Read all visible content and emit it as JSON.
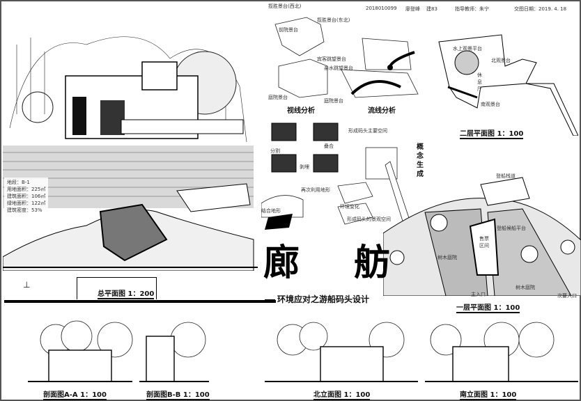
{
  "header": {
    "student_id": "2018010099",
    "student_name": "廖登峰",
    "class": "建83",
    "advisor": "指导教师：朱宁",
    "date": "交图日期：2019. 4. 18"
  },
  "title": {
    "main": "廊 舫",
    "subtitle": "环境应对之游船码头设计"
  },
  "site_info": [
    "地段：B-1",
    "用地面积：225㎡",
    "建筑面积：106㎡",
    "绿地面积：122㎡",
    "建筑密度：53%"
  ],
  "sight_analysis": {
    "title": "视线分析",
    "labels": [
      "揽胜景台(西北)",
      "揽胜景台(东北)",
      "前院景台",
      "宾客跳望景台",
      "亲水跳望景台",
      "庭院景台",
      "庭院景台"
    ]
  },
  "flow_analysis": {
    "title": "流线分析"
  },
  "concept": {
    "title": "概念生成",
    "labels": [
      "分割",
      "叠合",
      "剥埋",
      "形成码头主要空间",
      "再次利用地形",
      "结合地形",
      "环境变化",
      "形成码头的景观空间"
    ]
  },
  "plan_2f": {
    "title": "二层平面图 1：100",
    "labels": [
      "水上观景平台",
      "北观景台",
      "休息厅",
      "南观景台"
    ]
  },
  "plan_1f": {
    "title": "一层平面图 1：100",
    "labels": [
      "登船栈道",
      "登船候船平台",
      "售票区间",
      "树木庭院",
      "树木庭院",
      "主入口",
      "次要入口"
    ]
  },
  "site_plan": {
    "title": "总平面图 1：200"
  },
  "sections": [
    {
      "title": "剖面图A-A 1：100"
    },
    {
      "title": "剖面图B-B 1：100"
    },
    {
      "title": "北立面图 1：100"
    },
    {
      "title": "南立面图 1：100"
    }
  ]
}
